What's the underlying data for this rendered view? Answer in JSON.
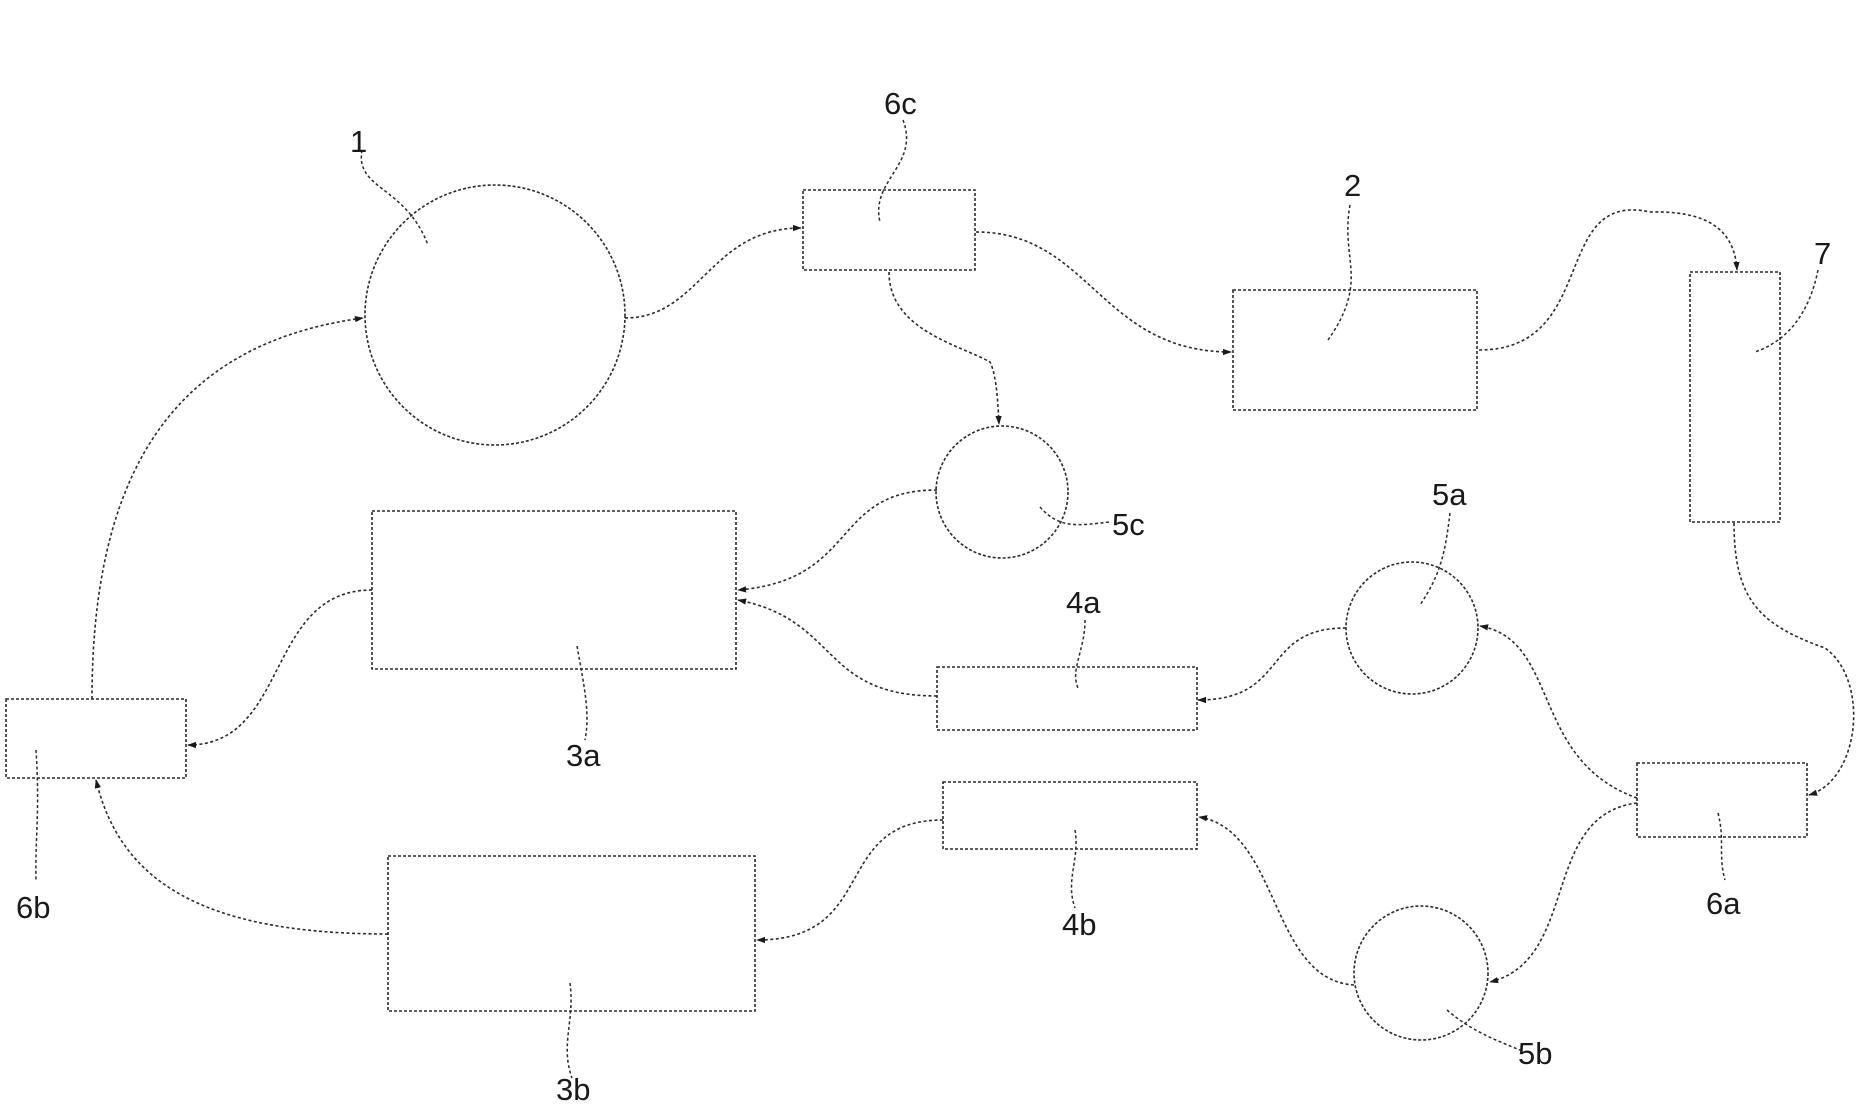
{
  "diagram": {
    "nodes": [
      {
        "id": "n1",
        "label": "1",
        "shape": "circle"
      },
      {
        "id": "n6c",
        "label": "6c",
        "shape": "box"
      },
      {
        "id": "n2",
        "label": "2",
        "shape": "box"
      },
      {
        "id": "n7",
        "label": "7",
        "shape": "box"
      },
      {
        "id": "n5c",
        "label": "5c",
        "shape": "circle"
      },
      {
        "id": "n3a",
        "label": "3a",
        "shape": "box"
      },
      {
        "id": "n5a",
        "label": "5a",
        "shape": "circle"
      },
      {
        "id": "n4a",
        "label": "4a",
        "shape": "box"
      },
      {
        "id": "n6b",
        "label": "6b",
        "shape": "box"
      },
      {
        "id": "n4b",
        "label": "4b",
        "shape": "box"
      },
      {
        "id": "n6a",
        "label": "6a",
        "shape": "box"
      },
      {
        "id": "n3b",
        "label": "3b",
        "shape": "box"
      },
      {
        "id": "n5b",
        "label": "5b",
        "shape": "circle"
      }
    ],
    "edges": [
      {
        "from": "n1",
        "to": "n6c"
      },
      {
        "from": "n6c",
        "to": "n2"
      },
      {
        "from": "n6c",
        "to": "n5c"
      },
      {
        "from": "n2",
        "to": "n7"
      },
      {
        "from": "n7",
        "to": "n6a"
      },
      {
        "from": "n6a",
        "to": "n5a"
      },
      {
        "from": "n6a",
        "to": "n5b"
      },
      {
        "from": "n5a",
        "to": "n4a"
      },
      {
        "from": "n4a",
        "to": "n3a"
      },
      {
        "from": "n5c",
        "to": "n3a"
      },
      {
        "from": "n3a",
        "to": "n6b"
      },
      {
        "from": "n6b",
        "to": "n1"
      },
      {
        "from": "n5b",
        "to": "n4b"
      },
      {
        "from": "n4b",
        "to": "n3b"
      },
      {
        "from": "n3b",
        "to": "n6b"
      }
    ],
    "colors": {
      "stroke": "#2a2a2a",
      "background": "#ffffff"
    }
  }
}
